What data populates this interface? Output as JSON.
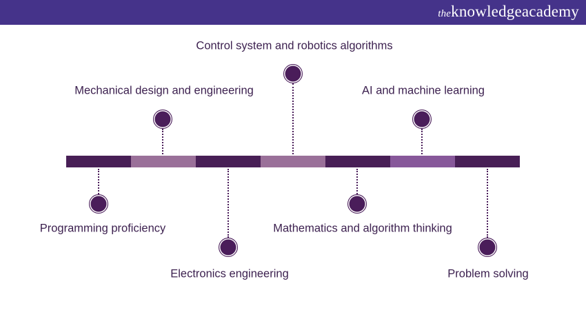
{
  "brand": {
    "prefix": "the",
    "name": "knowledgeacademy"
  },
  "colors": {
    "header": "#45338a",
    "dark": "#481f56",
    "light": "#9a7099",
    "mid": "#87589a"
  },
  "milestones": [
    {
      "label": "Programming proficiency",
      "position": "below"
    },
    {
      "label": "Mechanical design and engineering",
      "position": "above"
    },
    {
      "label": "Electronics engineering",
      "position": "below"
    },
    {
      "label": "Control system and robotics algorithms",
      "position": "above"
    },
    {
      "label": "Mathematics and algorithm thinking",
      "position": "below"
    },
    {
      "label": "AI and machine learning",
      "position": "above"
    },
    {
      "label": "Problem solving",
      "position": "below"
    }
  ]
}
